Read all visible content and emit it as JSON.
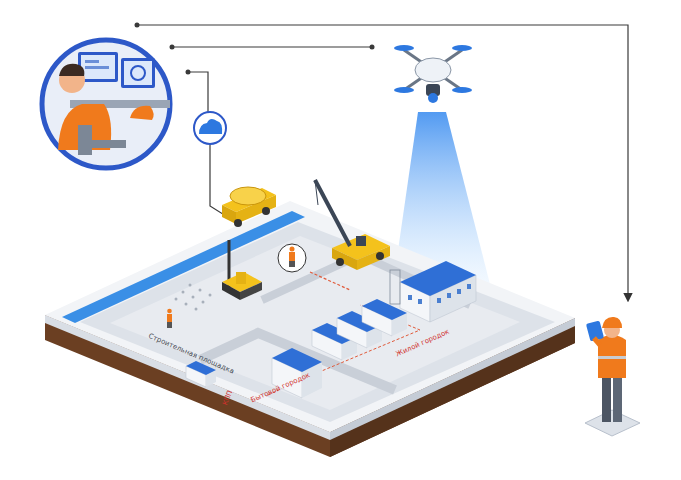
{
  "diagram": {
    "labels": [
      "Строительная площадка",
      "КПП",
      "Бытовой городок",
      "Жилой городок"
    ]
  }
}
